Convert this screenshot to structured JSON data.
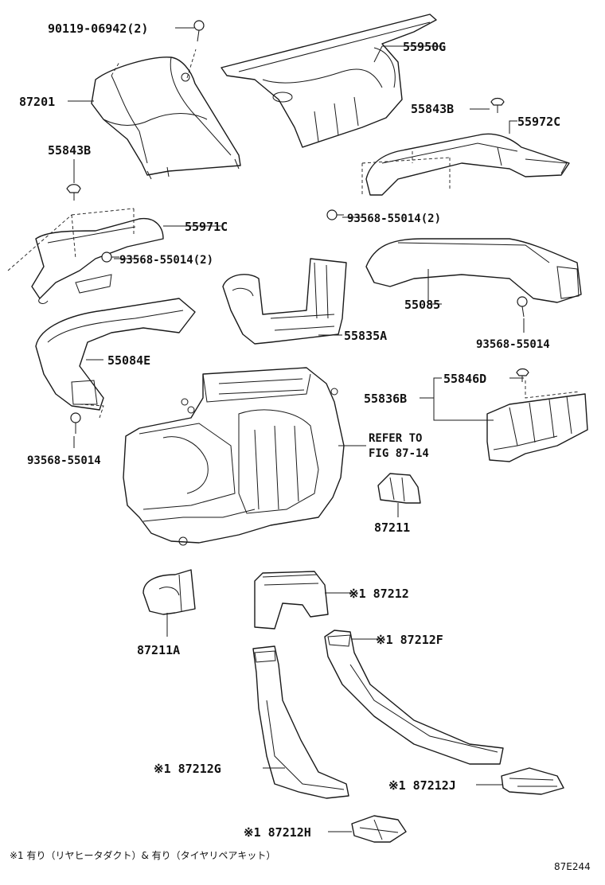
{
  "labels": {
    "l_90119": "90119-06942(2)",
    "l_55950G": "55950G",
    "l_87201": "87201",
    "l_55843B_top": "55843B",
    "l_55972C": "55972C",
    "l_55843B_left": "55843B",
    "l_93568_2_right": "93568-55014(2)",
    "l_55971C": "55971C",
    "l_93568_2_left": "93568-55014(2)",
    "l_55085": "55085",
    "l_55835A": "55835A",
    "l_93568_right": "93568-55014",
    "l_55084E": "55084E",
    "l_55846D": "55846D",
    "l_55836B": "55836B",
    "l_93568_left": "93568-55014",
    "l_refer1": "REFER TO",
    "l_refer2": "FIG 87-14",
    "l_87211": "87211",
    "l_87212": "※1 87212",
    "l_87211A": "87211A",
    "l_87212F": "※1 87212F",
    "l_87212G": "※1 87212G",
    "l_87212J": "※1 87212J",
    "l_87212H": "※1 87212H"
  },
  "footnote": "※1 有り（リヤヒータダクト）& 有り（タイヤリペアキット）",
  "figure_code": "87E244"
}
